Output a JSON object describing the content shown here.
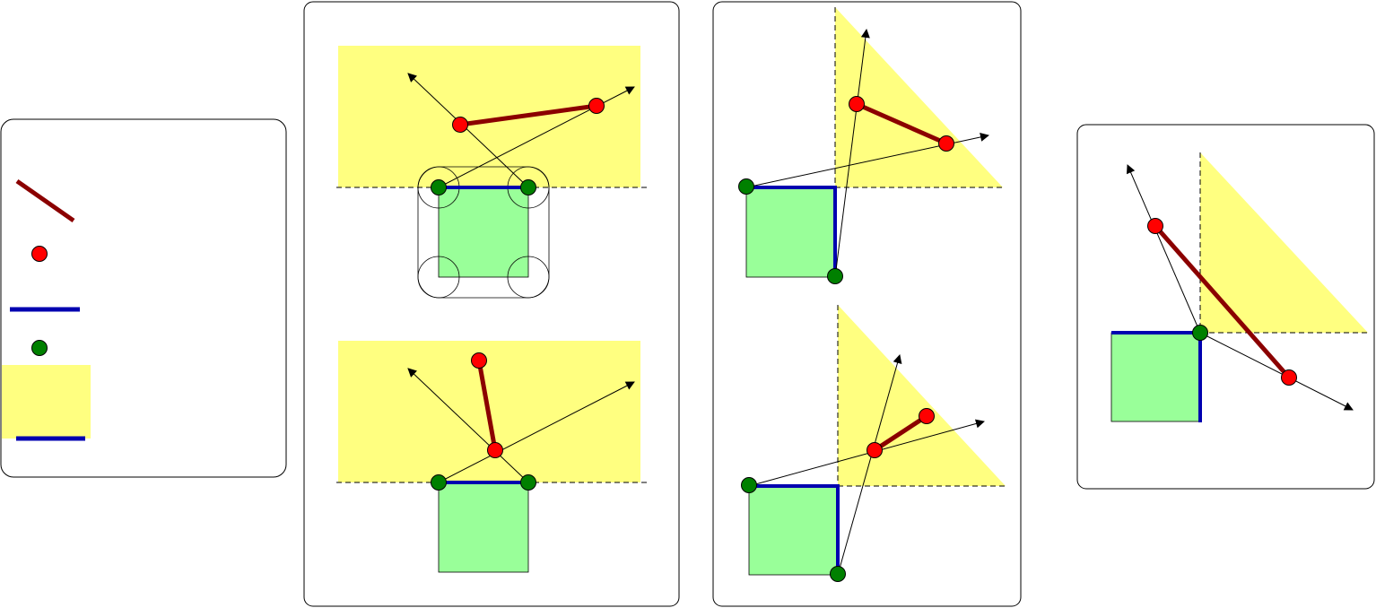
{
  "colors": {
    "background": "#ffffff",
    "panel_border": "#000000",
    "zone_fill": "#ffff80",
    "square_fill": "#99ff99",
    "segment": "#8b0000",
    "moving_point": "#ff0000",
    "edge": "#0000b0",
    "corner_point": "#008000",
    "ray": "#000000"
  },
  "legend": {
    "items": [
      {
        "symbol": "dark-red-segment-icon"
      },
      {
        "symbol": "red-point-icon"
      },
      {
        "symbol": "blue-edge-icon"
      },
      {
        "symbol": "green-point-icon"
      },
      {
        "symbol": "yellow-region-with-blue-edge-icon"
      }
    ]
  },
  "panels": [
    {
      "id": "legend",
      "figures": 0
    },
    {
      "id": "edge-cases",
      "figures": 2
    },
    {
      "id": "corner-cases",
      "figures": 2
    },
    {
      "id": "diagonal-case",
      "figures": 1
    }
  ]
}
